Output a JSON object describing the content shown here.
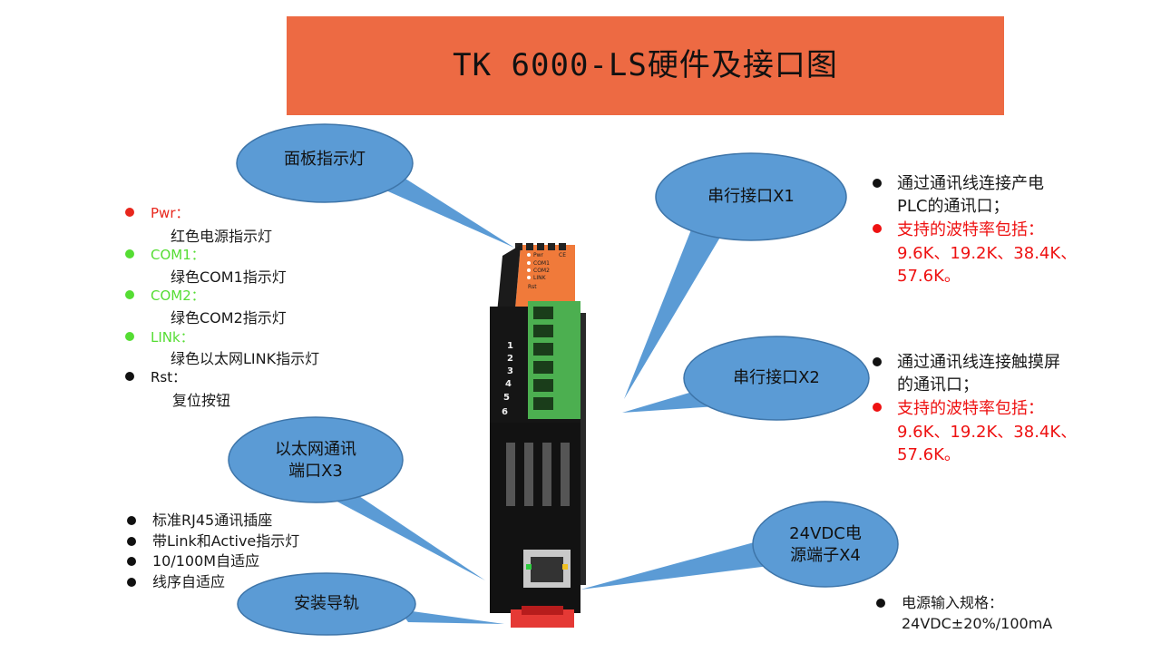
{
  "title": "TK 6000-LS硬件及接口图",
  "bubbles": {
    "panel": "面板指示灯",
    "x1": "串行接口X1",
    "x2": "串行接口X2",
    "x3_line1": "以太网通讯",
    "x3_line2": "端口X3",
    "x4_line1": "24VDC电",
    "x4_line2": "源端子X4",
    "rail": "安装导轨"
  },
  "indicators": [
    {
      "name": "Pwr：",
      "desc": "红色电源指示灯",
      "color": "#e8261c"
    },
    {
      "name": "COM1：",
      "desc": "绿色COM1指示灯",
      "color": "#55dd33"
    },
    {
      "name": "COM2：",
      "desc": "绿色COM2指示灯",
      "color": "#55dd33"
    },
    {
      "name": "LINk：",
      "desc": "绿色以太网LINK指示灯",
      "color": "#55dd33"
    },
    {
      "name": "Rst：",
      "desc": "复位按钮",
      "color": "#111111"
    }
  ],
  "ethernet_features": [
    "标准RJ45通讯插座",
    "带Link和Active指示灯",
    "10/100M自适应",
    "线序自适应"
  ],
  "x1_notes": {
    "line1": "通过通讯线连接产电",
    "line2": "PLC的通讯口；",
    "baud_title": "支持的波特率包括：",
    "baud_line1": "9.6K、19.2K、38.4K、",
    "baud_line2": "57.6K。"
  },
  "x2_notes": {
    "line1": "通过通讯线连接触摸屏",
    "line2": "的通讯口；",
    "baud_title": "支持的波特率包括：",
    "baud_line1": "9.6K、19.2K、38.4K、",
    "baud_line2": "57.6K。"
  },
  "power_spec": {
    "label": "电源输入规格：",
    "value": "24VDC±20%/100mA"
  },
  "device": {
    "led_labels": [
      "Pwr",
      "COM1",
      "COM2",
      "LINK",
      "Rst"
    ],
    "ce_mark": "CE",
    "pin_numbers": [
      "1",
      "2",
      "3",
      "4",
      "5",
      "6"
    ]
  },
  "colors": {
    "title_bg": "#ed6a43",
    "bubble": "#5b9bd5",
    "red_text": "#ee1111",
    "green_led": "#55dd33"
  }
}
